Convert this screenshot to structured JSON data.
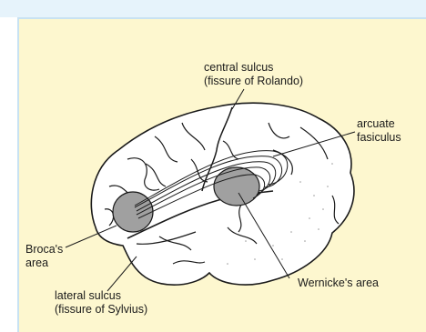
{
  "labels": {
    "central_sulcus": "central sulcus",
    "central_sulcus_alt": "(fissure of Rolando)",
    "arcuate": "arcuate",
    "arcuate_2": "fasiculus",
    "broca": "Broca's",
    "broca_2": "area",
    "wernicke": "Wernicke's area",
    "lateral_sulcus": "lateral sulcus",
    "lateral_sulcus_alt": "(fissure of Sylvius)"
  },
  "colors": {
    "panel_background": "#fdf7cf",
    "top_band": "#e6f3fb",
    "brain_fill": "#ffffff",
    "line": "#1a1a1a",
    "area_shading": "#a0a0a0"
  }
}
